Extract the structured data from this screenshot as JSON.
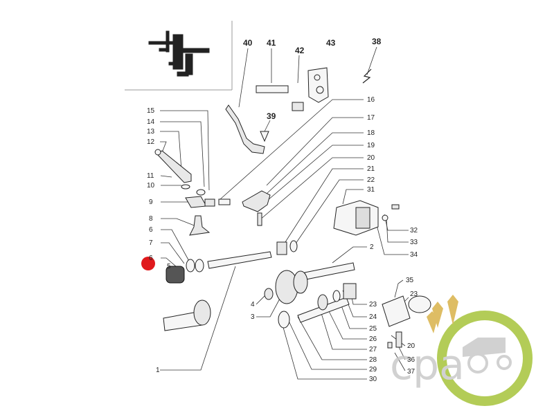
{
  "callouts": {
    "c1": "1",
    "c2": "2",
    "c3": "3",
    "c4": "4",
    "c5": "5",
    "c6a": "6",
    "c6b": "6",
    "c7": "7",
    "c8": "8",
    "c9": "9",
    "c10": "10",
    "c11": "11",
    "c12": "12",
    "c13": "13",
    "c14": "14",
    "c15": "15",
    "c16": "16",
    "c17": "17",
    "c18": "18",
    "c19": "19",
    "c20a": "20",
    "c20b": "20",
    "c21": "21",
    "c22": "22",
    "c23a": "23",
    "c23b": "23",
    "c24": "24",
    "c25": "25",
    "c26": "26",
    "c27": "27",
    "c28": "28",
    "c29": "29",
    "c30": "30",
    "c31": "31",
    "c32": "32",
    "c33": "33",
    "c34": "34",
    "c35": "35",
    "c36": "36",
    "c37": "37",
    "c38": "38",
    "c39": "39",
    "c40": "40",
    "c41": "41",
    "c42": "42",
    "c43": "43"
  },
  "watermark": {
    "text": "cpa"
  },
  "colors": {
    "marker": "#e0191c",
    "logo_green": "#a6c43a",
    "logo_gold": "#d9b24a",
    "logo_grey": "#c9c9c9"
  }
}
